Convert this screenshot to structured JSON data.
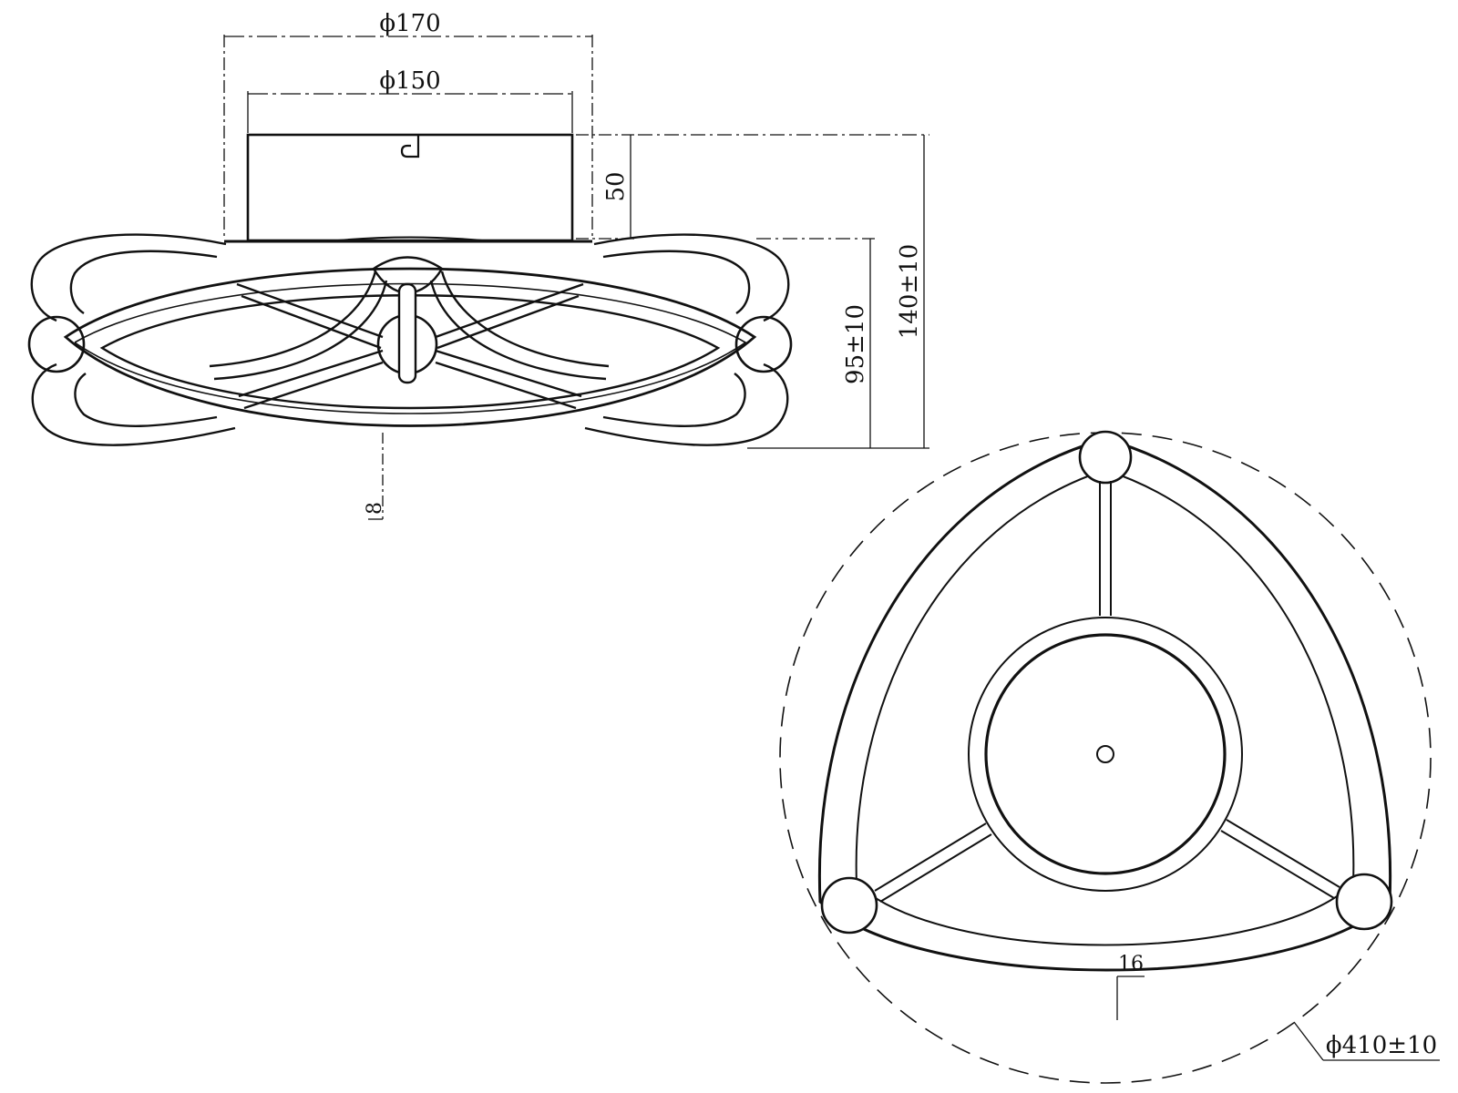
{
  "drawing": {
    "dim_outer_box_diameter": "ϕ170",
    "dim_inner_box_diameter": "ϕ150",
    "dim_box_height": "50",
    "dim_body_height": "95±10",
    "dim_total_height": "140±10",
    "dim_side_tube_thickness": "8",
    "dim_top_tube_width": "16",
    "dim_overall_diameter": "ϕ410±10"
  },
  "colors": {
    "line": "#111111",
    "background": "#ffffff"
  }
}
